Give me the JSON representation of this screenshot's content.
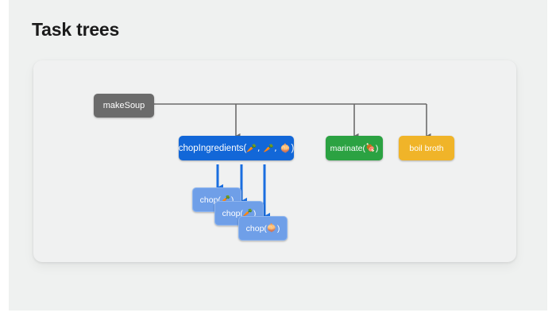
{
  "page": {
    "title": "Task trees",
    "background_color": "#ffffff",
    "content_area_color": "#eff1f0",
    "card_color": "#f0f1f1"
  },
  "diagram": {
    "type": "task-tree",
    "colors": {
      "root": "#6b6b6b",
      "chop_ingredients": "#1267d8",
      "marinate": "#2ba242",
      "boil_broth": "#f0b429",
      "chop_leaf": "#6f9fe8",
      "root_edge": "#6b6b6b",
      "child_edge": "#1267d8"
    },
    "nodes": [
      {
        "id": "make-soup",
        "label": "makeSoup",
        "style": "root",
        "level": 0
      },
      {
        "id": "chop-ingredients",
        "label_prefix": "chopIngredients(",
        "args": "🥕, 🥕, 🧅",
        "label_suffix": ")",
        "style": "blue",
        "level": 1
      },
      {
        "id": "marinate",
        "label_prefix": "marinate(",
        "args": "🍖",
        "label_suffix": ")",
        "style": "green",
        "level": 1
      },
      {
        "id": "boil-broth",
        "label": "boil broth",
        "style": "amber",
        "level": 1
      },
      {
        "id": "chop-1",
        "label_prefix": "chop(",
        "args": "🥕",
        "label_suffix": ")",
        "style": "lightblue",
        "level": 2
      },
      {
        "id": "chop-2",
        "label_prefix": "chop(",
        "args": "🥕",
        "label_suffix": ")",
        "style": "lightblue",
        "level": 2
      },
      {
        "id": "chop-3",
        "label_prefix": "chop(",
        "args": "🧅",
        "label_suffix": ")",
        "style": "lightblue",
        "level": 2
      }
    ],
    "edges": [
      {
        "from": "make-soup",
        "to": "chop-ingredients"
      },
      {
        "from": "make-soup",
        "to": "marinate"
      },
      {
        "from": "make-soup",
        "to": "boil-broth"
      },
      {
        "from": "chop-ingredients",
        "to": "chop-1"
      },
      {
        "from": "chop-ingredients",
        "to": "chop-2"
      },
      {
        "from": "chop-ingredients",
        "to": "chop-3"
      }
    ]
  }
}
